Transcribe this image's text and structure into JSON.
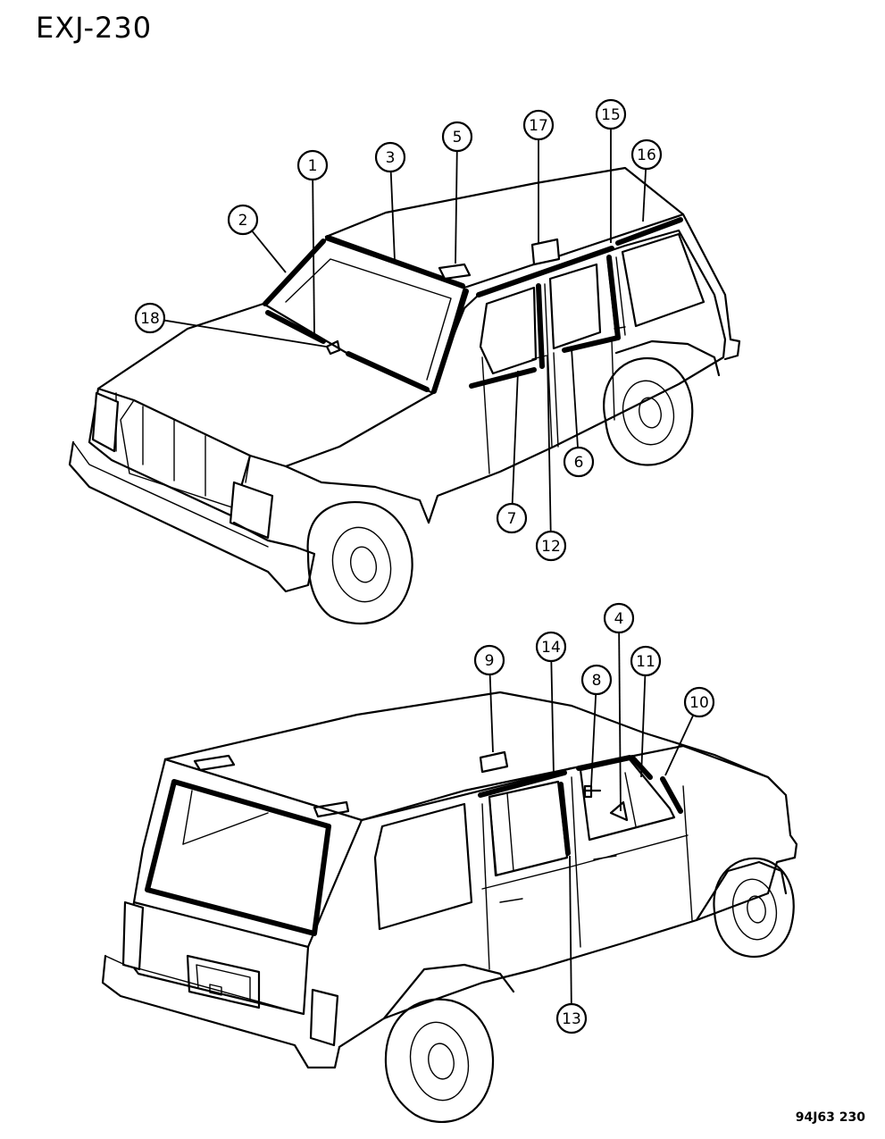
{
  "title": "EXJ-230",
  "figure_code": "94J63  230",
  "callouts": [
    {
      "label": "1"
    },
    {
      "label": "2"
    },
    {
      "label": "3"
    },
    {
      "label": "5"
    },
    {
      "label": "17"
    },
    {
      "label": "15"
    },
    {
      "label": "16"
    },
    {
      "label": "18"
    },
    {
      "label": "6"
    },
    {
      "label": "7"
    },
    {
      "label": "12"
    },
    {
      "label": "9"
    },
    {
      "label": "14"
    },
    {
      "label": "8"
    },
    {
      "label": "4"
    },
    {
      "label": "11"
    },
    {
      "label": "10"
    },
    {
      "label": "13"
    }
  ]
}
